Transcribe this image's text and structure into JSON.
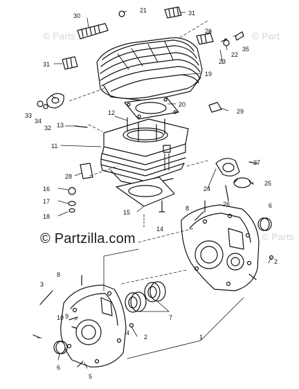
{
  "watermarks": {
    "main": "© Partzilla.com",
    "faint_1": "© Parts",
    "faint_2": "© Part",
    "faint_3": "© Parts"
  },
  "callouts": {
    "c1": "1",
    "c2a": "2",
    "c2b": "2",
    "c3": "3",
    "c4": "4",
    "c5": "5",
    "c6a": "6",
    "c6b": "6",
    "c7": "7",
    "c8a": "8",
    "c8b": "8",
    "c9": "9",
    "c10": "10",
    "c11": "11",
    "c12": "12",
    "c13": "13",
    "c14": "14",
    "c15": "15",
    "c16": "16",
    "c17": "17",
    "c18": "18",
    "c19": "19",
    "c20": "20",
    "c21": "21",
    "c22": "22",
    "c23": "23",
    "c24": "24",
    "c25": "25",
    "c26a": "26",
    "c26b": "26",
    "c27": "27",
    "c28": "28",
    "c29": "29",
    "c30": "30",
    "c31a": "31",
    "c31b": "31",
    "c32": "32",
    "c33": "33",
    "c34": "34",
    "c35": "35"
  }
}
